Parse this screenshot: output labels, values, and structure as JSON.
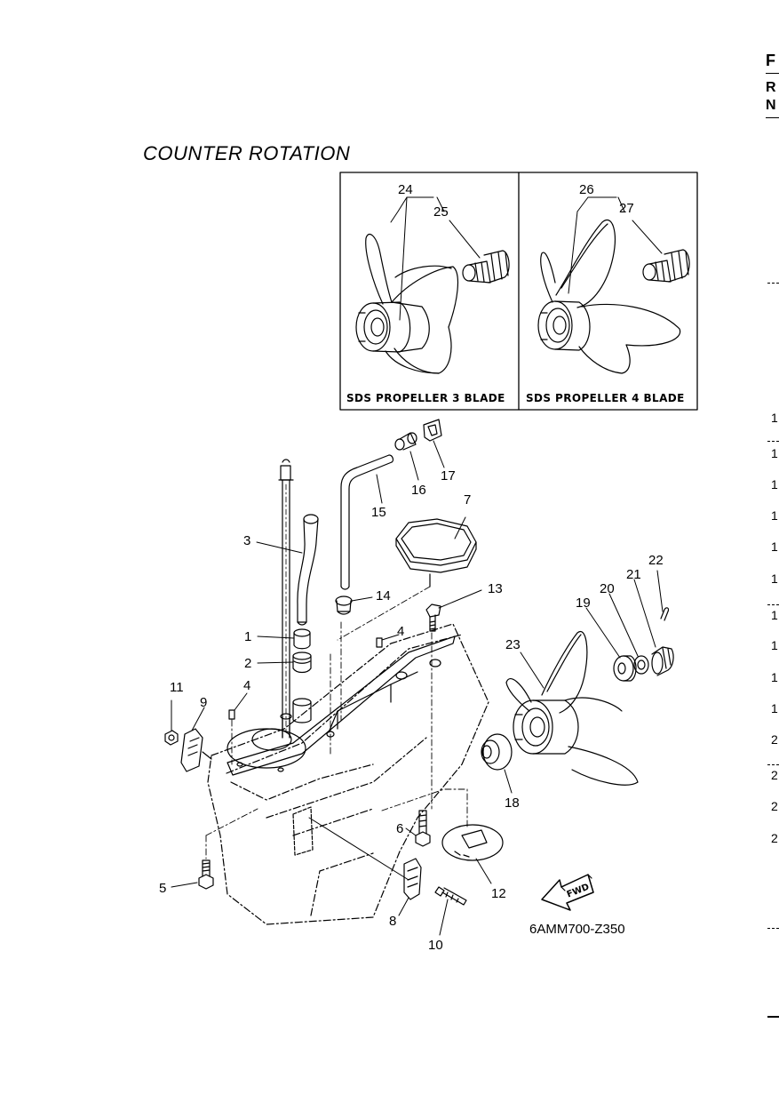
{
  "title": "COUNTER  ROTATION",
  "inset": {
    "left_label": "SDS PROPELLER 3 BLADE",
    "right_label": "SDS PROPELLER 4 BLADE"
  },
  "callouts": [
    "1",
    "2",
    "3",
    "4",
    "4",
    "5",
    "6",
    "7",
    "8",
    "9",
    "10",
    "11",
    "12",
    "13",
    "14",
    "15",
    "16",
    "17",
    "18",
    "19",
    "20",
    "21",
    "22",
    "23",
    "24",
    "25",
    "26",
    "27"
  ],
  "fwd_label": "FWD",
  "drawing_code": "6AMM700-Z350",
  "edge_letters": [
    "F",
    "R",
    "N"
  ],
  "edge_numbers": [
    "1",
    "1",
    "1",
    "1",
    "1",
    "1",
    "1",
    "1",
    "1",
    "1",
    "2",
    "2",
    "2",
    "2"
  ]
}
